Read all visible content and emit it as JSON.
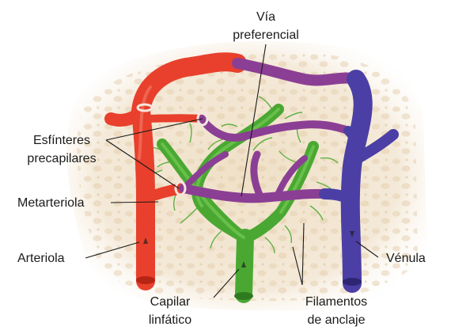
{
  "labels": {
    "via_line1": "Vía",
    "via_line2": "preferencial",
    "esfinteres_line1": "Esfínteres",
    "esfinteres_line2": "precapilares",
    "metarteriola": "Metarteriola",
    "arteriola": "Arteriola",
    "capilar_line1": "Capilar",
    "capilar_line2": "linfático",
    "filamentos_line1": "Filamentos",
    "filamentos_line2": "de anclaje",
    "venula": "Vénula"
  },
  "colors": {
    "arteriole": "#e8402c",
    "venule": "#4b3fa6",
    "capillary": "#8b3f94",
    "lymphatic": "#4aa832",
    "tissue": "#efe0c8",
    "label_text": "#1a1a1a"
  }
}
